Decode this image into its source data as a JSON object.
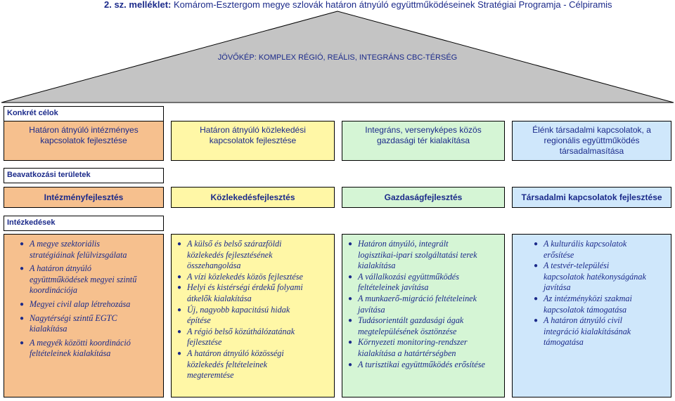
{
  "header": {
    "prefix": "2. sz. melléklet:",
    "rest": " Komárom-Esztergom megye szlovák határon átnyúló együttműködéseinek Stratégiai Programja - Célpiramis"
  },
  "vision": "JÖVŐKÉP: KOMPLEX RÉGIÓ, REÁLIS, INTEGRÁNS CBC-TÉRSÉG",
  "sections": {
    "goals_label": "Konkrét célok",
    "areas_label": "Beavatkozási területek",
    "measures_label": "Intézkedések"
  },
  "colors": {
    "col1": "#f6c08e",
    "col2": "#fff7a6",
    "col3": "#d5f5d5",
    "col4": "#cfe7fb",
    "text": "#1b2a8a",
    "roof": "#c4c4c4"
  },
  "goals": [
    [
      "Határon átnyúló intézményes",
      "kapcsolatok fejlesztése"
    ],
    [
      "Határon átnyúló közlekedési",
      "kapcsolatok fejlesztése"
    ],
    [
      "Integráns, versenyképes közös",
      "gazdasági tér kialakítása"
    ],
    [
      "Élénk társadalmi kapcsolatok, a",
      "regionális együttműködés",
      "társadalmasítása"
    ]
  ],
  "areas": [
    "Intézményfejlesztés",
    "Közlekedésfejlesztés",
    "Gazdaságfejlesztés",
    "Társadalmi kapcsolatok fejlesztése"
  ],
  "measures": [
    [
      [
        "A megye szektoriális",
        "stratégiáinak felülvizsgálata"
      ],
      [
        "A határon átnyúló",
        "együttműködések megyei szintű",
        "koordinációja"
      ],
      [
        "Megyei civil alap létrehozása"
      ],
      [
        "Nagytérségi szintű EGTC",
        "kialakítása"
      ],
      [
        "A megyék közötti koordináció",
        "feltételeinek kialakítása"
      ]
    ],
    [
      [
        "A külső és belső szárazföldi",
        "közlekedés fejlesztésének",
        "összehangolása"
      ],
      [
        "A vízi közlekedés közös fejlesztése"
      ],
      [
        "Helyi és kistérségi érdekű folyami",
        "átkelők kialakítása"
      ],
      [
        "Új, nagyobb kapacitású hidak",
        "építése"
      ],
      [
        "A régió belső közúthálózatának",
        "fejlesztése"
      ],
      [
        "A határon átnyúló közösségi",
        "közlekedés feltételeinek",
        "megteremtése"
      ]
    ],
    [
      [
        "Határon átnyúló, integrált",
        "logisztikai-ipari szolgáltatási terek",
        "kialakítása"
      ],
      [
        "A vállalkozási együttműködés",
        "feltételeinek javítása"
      ],
      [
        "A munkaerő-migráció feltételeinek",
        "javítása"
      ],
      [
        "Tudásorientált gazdasági ágak",
        "megtelepülésének ösztönzése"
      ],
      [
        "Környezeti monitoring-rendszer",
        "kialakítása a határtérségben"
      ],
      [
        "A turisztikai együttműködés erősítése"
      ]
    ],
    [
      [
        "A kulturális kapcsolatok",
        "erősítése"
      ],
      [
        "A testvér-települési",
        "kapcsolatok hatékonyságának",
        "javítása"
      ],
      [
        "Az intézményközi szakmai",
        "kapcsolatok támogatása"
      ],
      [
        "A határon átnyúló civil",
        "integráció kialakításának",
        "támogatása"
      ]
    ]
  ]
}
